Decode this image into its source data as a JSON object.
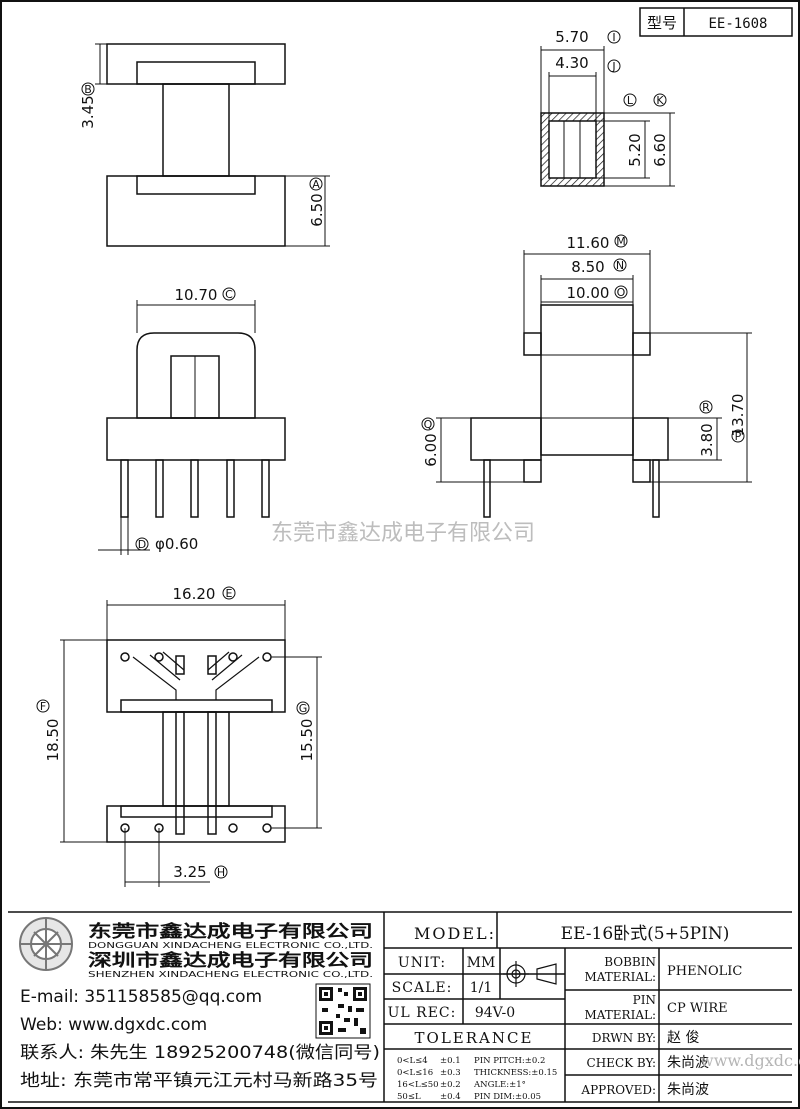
{
  "header": {
    "model_label": "型号",
    "model_value": "EE-1608"
  },
  "watermark": "东莞市鑫达成电子有限公司",
  "views": {
    "top_view": {
      "dims": [
        {
          "value": "3.45",
          "ref": "B"
        },
        {
          "value": "6.50",
          "ref": "A"
        }
      ]
    },
    "core_section": {
      "dims": [
        {
          "value": "5.70",
          "ref": "I"
        },
        {
          "value": "4.30",
          "ref": "J"
        },
        {
          "value": "5.20",
          "ref": "L"
        },
        {
          "value": "6.60",
          "ref": "K"
        }
      ]
    },
    "front_view": {
      "dims": [
        {
          "value": "10.70",
          "ref": "C"
        },
        {
          "value": "φ0.60",
          "ref": "D"
        }
      ]
    },
    "side_view": {
      "dims": [
        {
          "value": "11.60",
          "ref": "M"
        },
        {
          "value": "8.50",
          "ref": "N"
        },
        {
          "value": "10.00",
          "ref": "O"
        },
        {
          "value": "6.00",
          "ref": "Q"
        },
        {
          "value": "3.80",
          "ref": "R"
        },
        {
          "value": "13.70",
          "ref": "P"
        }
      ]
    },
    "bottom_view": {
      "dims": [
        {
          "value": "16.20",
          "ref": "E"
        },
        {
          "value": "18.50",
          "ref": "F"
        },
        {
          "value": "15.50",
          "ref": "G"
        },
        {
          "value": "3.25",
          "ref": "H"
        }
      ]
    }
  },
  "company": {
    "name_cn_1": "东莞市鑫达成电子有限公司",
    "name_en_1": "DONGGUAN XINDACHENG ELECTRONIC CO.,LTD.",
    "name_cn_2": "深圳市鑫达成电子有限公司",
    "name_en_2": "SHENZHEN XINDACHENG ELECTRONIC CO.,LTD.",
    "email": "E-mail: 351158585@qq.com",
    "web": "Web: www.dgxdc.com",
    "contact": "联系人: 朱先生 18925200748(微信同号)",
    "address": "地址: 东莞市常平镇元江元村马新路35号"
  },
  "title_block": {
    "model_label": "MODEL:",
    "model_value": "EE-16卧式(5+5PIN)",
    "unit_label": "UNIT:",
    "unit_value": "MM",
    "scale_label": "SCALE:",
    "scale_value": "1/1",
    "ulrec_label": "UL REC:",
    "ulrec_value": "94V-0",
    "tolerance_label": "TOLERANCE",
    "tolerances": [
      {
        "range": "0<L≤4",
        "tol": "±0.1",
        "item": "PIN PITCH:±0.2"
      },
      {
        "range": "0<L≤16",
        "tol": "±0.3",
        "item": "THICKNESS:±0.15"
      },
      {
        "range": "16<L≤50",
        "tol": "±0.2",
        "item": "ANGLE:±1°"
      },
      {
        "range": "50≤L",
        "tol": "±0.4",
        "item": "PIN DIM:±0.05"
      }
    ],
    "bobbin_material_label_1": "BOBBIN",
    "bobbin_material_label_2": "MATERIAL:",
    "bobbin_material_value": "PHENOLIC",
    "pin_material_label_1": "PIN",
    "pin_material_label_2": "MATERIAL:",
    "pin_material_value": "CP WIRE",
    "drawn_by_label": "DRWN BY:",
    "drawn_by_value": "赵  俊",
    "check_by_label": "CHECK BY:",
    "check_by_value": "朱尚波",
    "approved_label": "APPROVED:",
    "approved_value": "朱尚波",
    "footer_watermark": "www.dgxdc.com"
  }
}
